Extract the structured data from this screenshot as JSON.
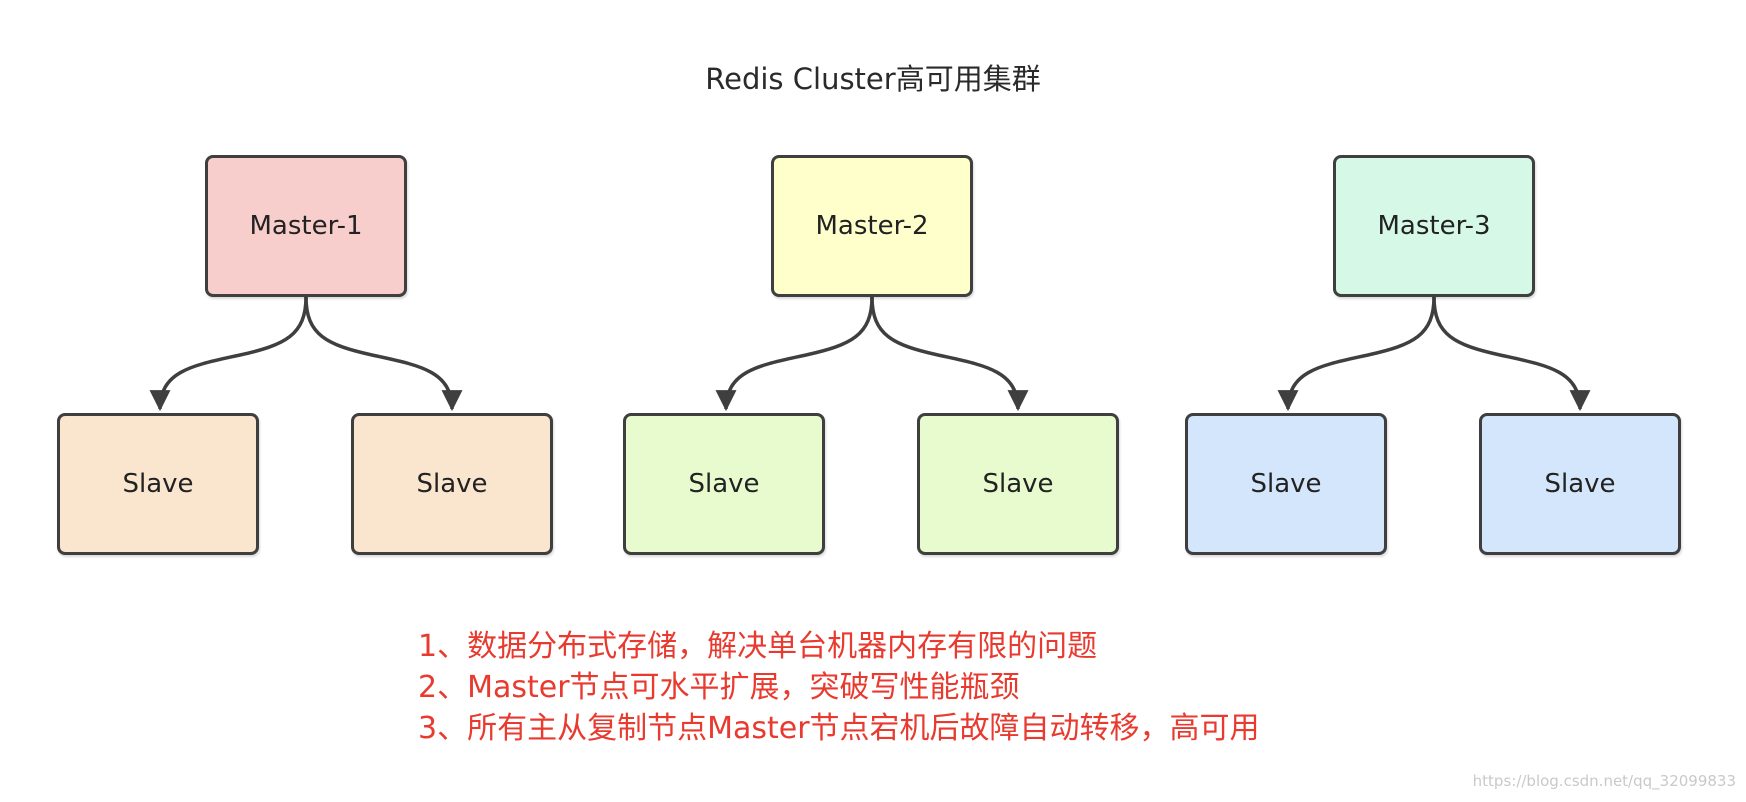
{
  "title": "Redis Cluster高可用集群",
  "masters": [
    {
      "label": "Master-1",
      "color": "#f8cecc"
    },
    {
      "label": "Master-2",
      "color": "#ffffcc"
    },
    {
      "label": "Master-3",
      "color": "#d5f9e6"
    }
  ],
  "slaves": [
    {
      "label": "Slave",
      "color": "#fae5cf"
    },
    {
      "label": "Slave",
      "color": "#fae5cf"
    },
    {
      "label": "Slave",
      "color": "#e8fbcf"
    },
    {
      "label": "Slave",
      "color": "#e8fbcf"
    },
    {
      "label": "Slave",
      "color": "#d4e6fb"
    },
    {
      "label": "Slave",
      "color": "#d4e6fb"
    }
  ],
  "notes": [
    "1、数据分布式存储，解决单台机器内存有限的问题",
    "2、Master节点可水平扩展，突破写性能瓶颈",
    "3、所有主从复制节点Master节点宕机后故障自动转移，高可用"
  ],
  "watermark": "https://blog.csdn.net/qq_32099833",
  "colors": {
    "stroke": "#3f3f3f",
    "notes": "#e83a2f"
  }
}
